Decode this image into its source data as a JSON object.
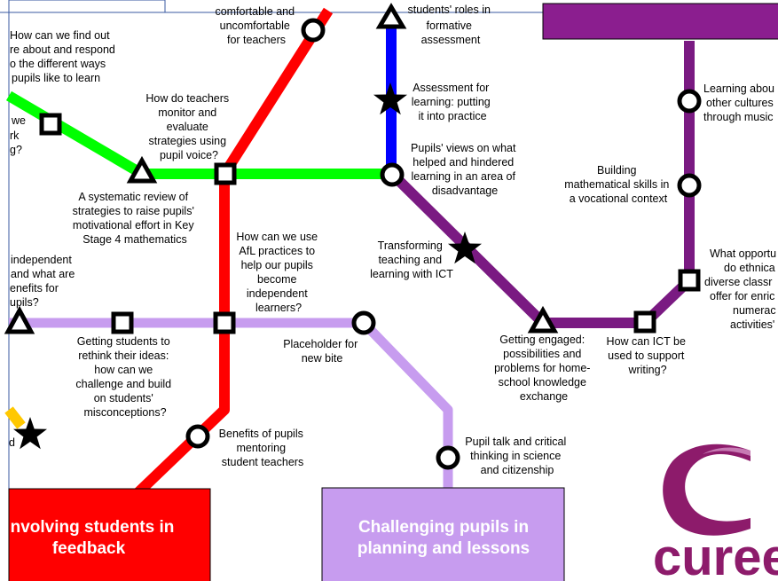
{
  "colors": {
    "red": "#ff0000",
    "green": "#00ff00",
    "blue": "#0000ff",
    "purple": "#7a1a82",
    "lavender": "#c79cef",
    "yellow": "#ffc800",
    "terminal_purple": "#8b1e8f",
    "terminal_red": "#ff0000",
    "terminal_lavender": "#c79cef",
    "logo": "#8d1b6b",
    "frame": "#3a5aa0"
  },
  "lines": [
    {
      "name": "red-line",
      "color": "red"
    },
    {
      "name": "green-line",
      "color": "green"
    },
    {
      "name": "blue-line",
      "color": "blue"
    },
    {
      "name": "purple-line",
      "color": "purple"
    },
    {
      "name": "lavender-line",
      "color": "lavender"
    },
    {
      "name": "yellow-line",
      "color": "yellow"
    }
  ],
  "terminals": [
    {
      "name": "terminal-involving-students",
      "color": "terminal_red",
      "lines": [
        "nvolving students in",
        "feedback"
      ]
    },
    {
      "name": "terminal-challenging-pupils",
      "color": "terminal_lavender",
      "lines": [
        "Challenging pupils in",
        "planning and lessons"
      ]
    },
    {
      "name": "terminal-top-right",
      "color": "terminal_purple",
      "lines": []
    }
  ],
  "stations": [
    {
      "name": "station-comfortable-uncomfortable",
      "shape": "circle",
      "lines": [
        "comfortable and",
        "uncomfortable",
        "for teachers"
      ]
    },
    {
      "name": "station-roles-formative",
      "shape": "triangle",
      "lines": [
        "students' roles in",
        "formative",
        "assessment"
      ]
    },
    {
      "name": "station-assessment-for-learning",
      "shape": "star",
      "lines": [
        "Assessment for",
        "learning: putting",
        "it into practice"
      ]
    },
    {
      "name": "station-learning-other-cultures",
      "shape": "circle",
      "lines": [
        "Learning abou",
        "other cultures",
        "through music"
      ]
    },
    {
      "name": "station-find-out-more",
      "shape": "square",
      "lines": [
        "How can we find out",
        "re about and respond",
        "o the different ways",
        "pupils like to learn"
      ]
    },
    {
      "name": "station-we-ork",
      "shape": "none",
      "lines": [
        "we",
        "rk",
        "g?"
      ]
    },
    {
      "name": "station-monitor-evaluate",
      "shape": "square",
      "lines": [
        "How do teachers",
        "monitor and",
        "evaluate",
        "strategies using",
        "pupil voice?"
      ]
    },
    {
      "name": "station-systematic-review",
      "shape": "triangle",
      "lines": [
        "A systematic review of",
        "strategies to raise pupils'",
        "motivational effort in Key",
        "Stage 4 mathematics"
      ]
    },
    {
      "name": "station-pupils-views",
      "shape": "circle",
      "lines": [
        "Pupils' views on what",
        "helped and hindered",
        "learning in an area of",
        "disadvantage"
      ]
    },
    {
      "name": "station-mathematical-skills",
      "shape": "circle",
      "lines": [
        "Building",
        "mathematical skills in",
        "a vocational context"
      ]
    },
    {
      "name": "station-afl-practices",
      "shape": "square",
      "lines": [
        "How can we use",
        "AfL practices to",
        "help our pupils",
        "become",
        "independent",
        "learners?"
      ]
    },
    {
      "name": "station-transforming-ict",
      "shape": "star",
      "lines": [
        "Transforming",
        "teaching and",
        "learning with ICT"
      ]
    },
    {
      "name": "station-ethnically-diverse",
      "shape": "square",
      "lines": [
        "What opportu",
        "do ethnica",
        "diverse classr",
        "offer for enric",
        "numerac",
        "activities'"
      ]
    },
    {
      "name": "station-independent",
      "shape": "triangle",
      "lines": [
        "independent",
        "and what are",
        "enefits for",
        "upils?"
      ]
    },
    {
      "name": "station-rethink-ideas",
      "shape": "square",
      "lines": [
        "Getting students to",
        "rethink their ideas:",
        "how can we",
        "challenge and build",
        "on students'",
        "misconceptions?"
      ]
    },
    {
      "name": "station-placeholder",
      "shape": "circle",
      "lines": [
        "Placeholder for",
        "new bite"
      ]
    },
    {
      "name": "station-getting-engaged",
      "shape": "triangle",
      "lines": [
        "Getting engaged:",
        "possibilities and",
        "problems for home-",
        "school knowledge",
        "exchange"
      ]
    },
    {
      "name": "station-ict-writing",
      "shape": "square",
      "lines": [
        "How can ICT be",
        "used to support",
        "writing?"
      ]
    },
    {
      "name": "station-benefits-mentoring",
      "shape": "circle",
      "lines": [
        "Benefits of pupils",
        "mentoring",
        "student teachers"
      ]
    },
    {
      "name": "station-pupil-talk",
      "shape": "circle",
      "lines": [
        "Pupil talk and critical",
        "thinking in science",
        "and citizenship"
      ]
    },
    {
      "name": "station-d-star",
      "shape": "star",
      "lines": [
        "d"
      ]
    }
  ],
  "logo": {
    "text": "curee"
  }
}
